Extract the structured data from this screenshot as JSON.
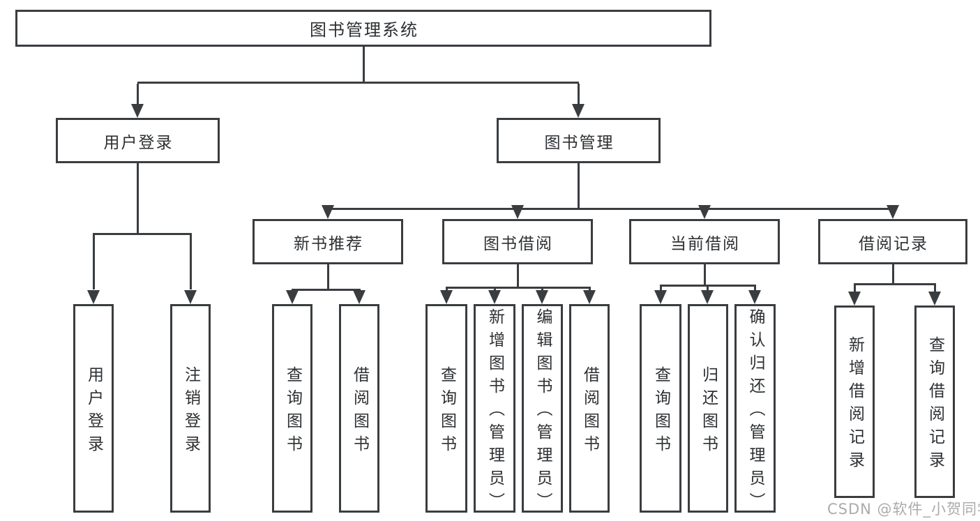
{
  "tree": {
    "label": "图书管理系统",
    "children": [
      {
        "label": "用户登录",
        "children": [
          {
            "label": "用户登录"
          },
          {
            "label": "注销登录"
          }
        ]
      },
      {
        "label": "图书管理",
        "children": [
          {
            "label": "新书推荐",
            "children": [
              {
                "label": "查询图书"
              },
              {
                "label": "借阅图书"
              }
            ]
          },
          {
            "label": "图书借阅",
            "children": [
              {
                "label": "查询图书"
              },
              {
                "label": "新增图书（管理员）"
              },
              {
                "label": "编辑图书（管理员）"
              },
              {
                "label": "借阅图书"
              }
            ]
          },
          {
            "label": "当前借阅",
            "children": [
              {
                "label": "查询图书"
              },
              {
                "label": "归还图书"
              },
              {
                "label": "确认归还（管理员）"
              }
            ]
          },
          {
            "label": "借阅记录",
            "children": [
              {
                "label": "新增借阅记录"
              },
              {
                "label": "查询借阅记录"
              }
            ]
          }
        ]
      }
    ]
  },
  "watermark": {
    "text": "CSDN @软件_小贺同学"
  },
  "colors": {
    "line": "#3a3d40",
    "text": "#2d3033",
    "watermark": "#ababab",
    "background": "#ffffff"
  }
}
